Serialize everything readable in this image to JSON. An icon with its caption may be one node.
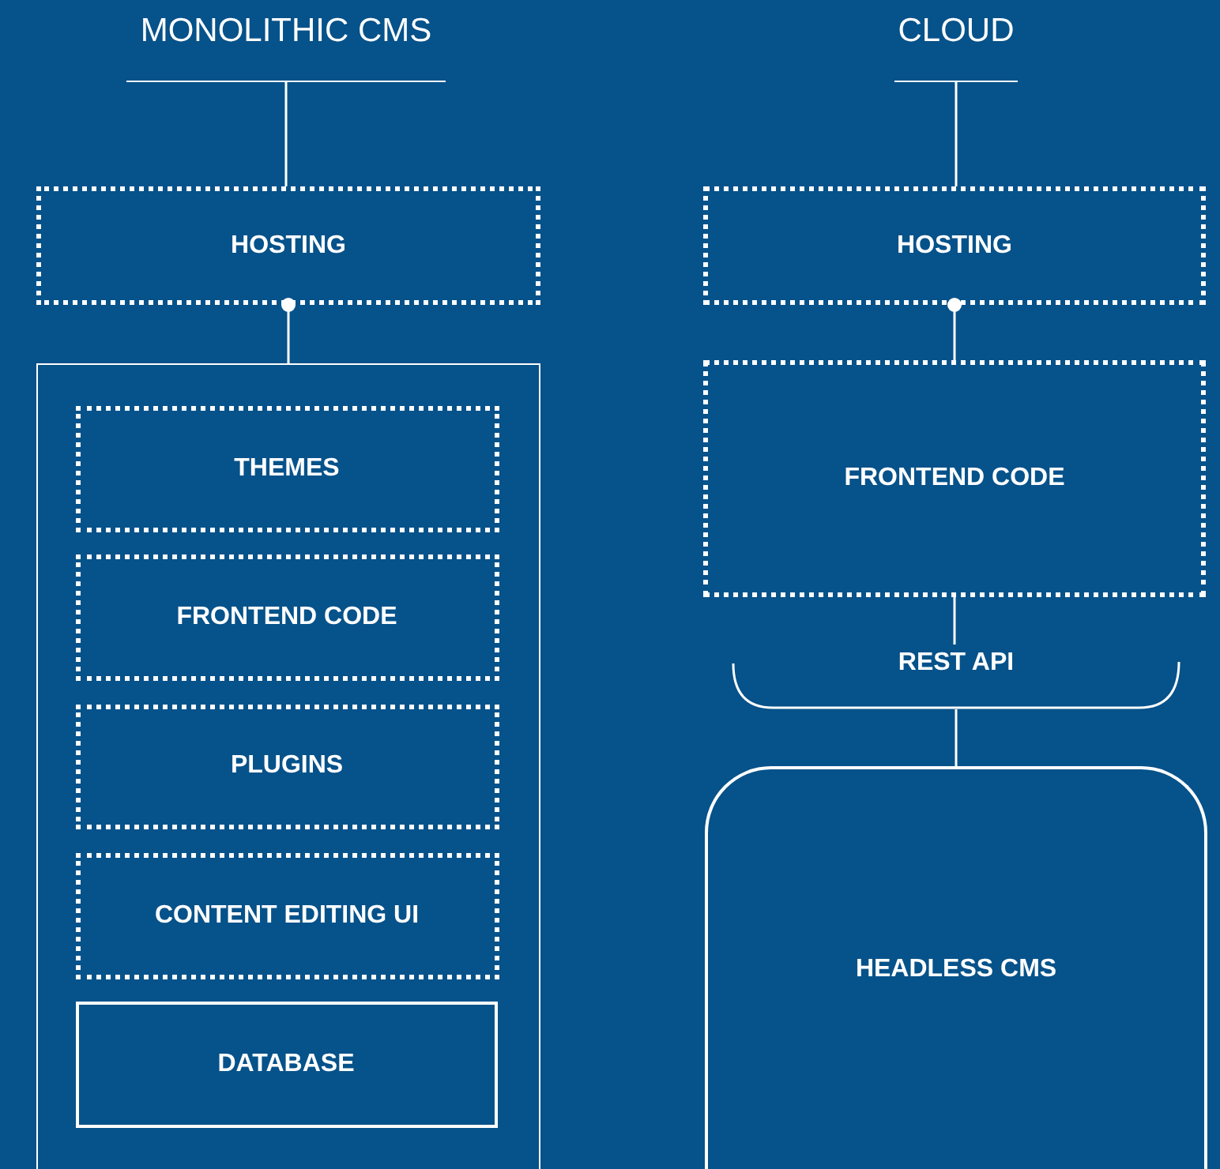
{
  "diagram": {
    "nodes": [
      {
        "text": [
          "MONOLITHIC CMS"
        ]
      },
      {
        "text": [
          "HOSTING"
        ]
      },
      {
        "text": [],
        "shape": "box"
      },
      {
        "text": [
          "THEMES"
        ],
        "in": 2
      },
      {
        "text": [
          "FRONTEND CODE"
        ],
        "in": 2
      },
      {
        "text": [
          "PLUGINS"
        ],
        "in": 2
      },
      {
        "text": [
          "CONTENT EDITING UI"
        ],
        "in": 2
      },
      {
        "text": [
          "DATABASE"
        ],
        "in": 2
      },
      {
        "text": [
          "CLOUD"
        ]
      },
      {
        "text": [
          "HOSTING"
        ]
      },
      {
        "text": [
          "FRONTEND CODE"
        ]
      },
      {
        "text": [
          "REST API"
        ]
      },
      {
        "text": [
          "HEADLESS CMS"
        ]
      }
    ],
    "edges": [
      {
        "from": 0,
        "to": 1,
        "arrow": "none"
      },
      {
        "from": 1,
        "to": 2,
        "arrow": "other"
      },
      {
        "from": 8,
        "to": 9,
        "arrow": "none"
      },
      {
        "from": 9,
        "to": 10,
        "arrow": "other"
      },
      {
        "from": 10,
        "to": 11,
        "arrow": "none"
      },
      {
        "from": 11,
        "to": 12,
        "arrow": "none"
      }
    ]
  }
}
